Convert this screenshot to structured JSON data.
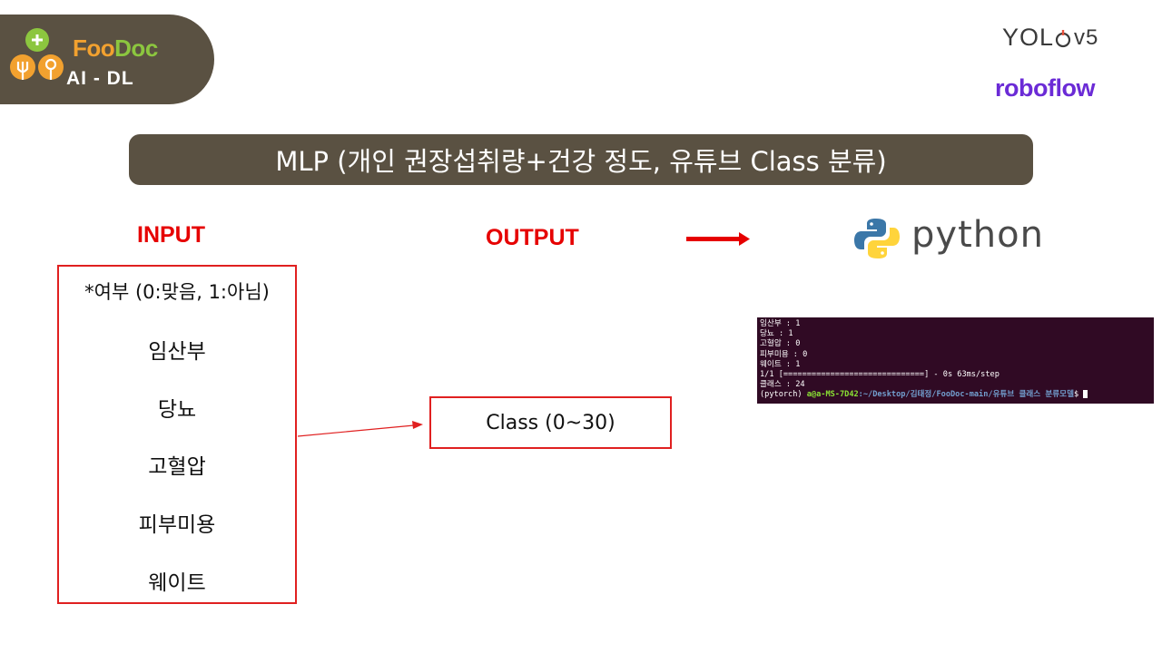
{
  "logo": {
    "name_part1": "Foo",
    "name_part2": "Doc",
    "subtitle": "AI - DL",
    "colors": {
      "orange": "#f2a12f",
      "green": "#8cc63f",
      "background": "#5a5142"
    }
  },
  "brands": {
    "yolo_left": "YOL",
    "yolo_right": "v5",
    "roboflow": "roboflow",
    "python": "python"
  },
  "title": "MLP (개인 권장섭취량+건강 정도, 유튜브 Class 분류)",
  "input": {
    "label": "INPUT",
    "items": [
      "*여부 (0:맞음, 1:아님)",
      "임산부",
      "당뇨",
      "고혈압",
      "피부미용",
      "웨이트"
    ]
  },
  "output": {
    "label": "OUTPUT",
    "class_text": "Class (0~30)"
  },
  "terminal": {
    "lines": [
      "임산부 : 1",
      "당뇨 : 1",
      "고혈압 : 0",
      "피부미용 : 0",
      "웨이트 : 1",
      "1/1 [==============================] - 0s 63ms/step",
      "클래스 : 24"
    ],
    "prompt_env": "(pytorch) ",
    "prompt_user": "a@a-MS-7D42",
    "prompt_path": ":~/Desktop/김태정/FooDoc-main/유튜브 클래스 분류모델",
    "prompt_symbol": "$ "
  },
  "colors": {
    "accent_red": "#e60000",
    "title_bg": "#5a5142",
    "terminal_bg": "#300a24",
    "roboflow": "#6b2bd6"
  }
}
